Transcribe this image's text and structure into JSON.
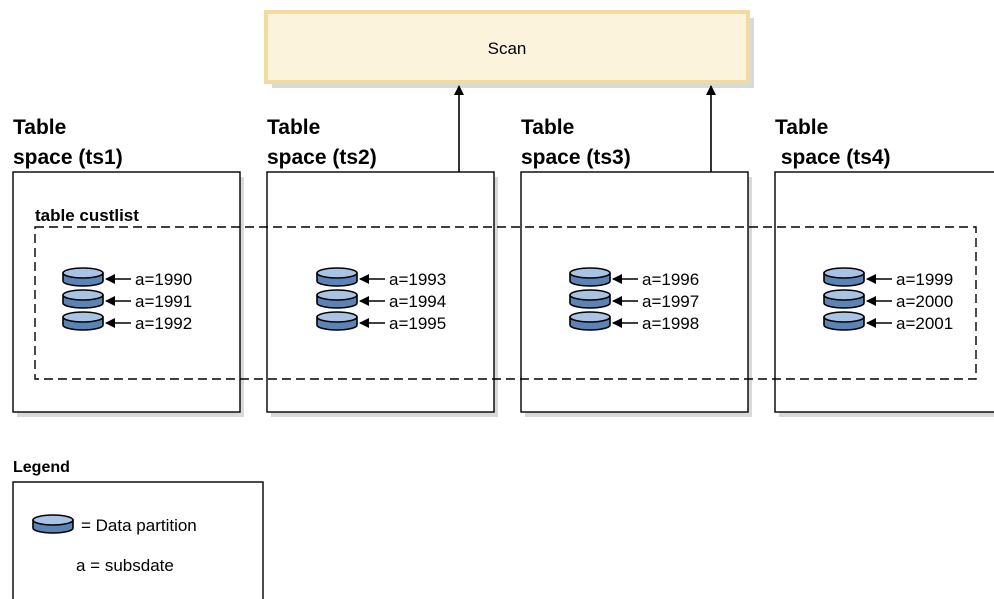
{
  "scan": {
    "label": "Scan"
  },
  "table_label": "table custlist",
  "table_spaces": [
    {
      "title_line1": "Table",
      "title_line2": "space (ts1)",
      "partitions": [
        "a=1990",
        "a=1991",
        "a=1992"
      ]
    },
    {
      "title_line1": "Table",
      "title_line2": "space (ts2)",
      "partitions": [
        "a=1993",
        "a=1994",
        "a=1995"
      ]
    },
    {
      "title_line1": "Table",
      "title_line2": "space (ts3)",
      "partitions": [
        "a=1996",
        "a=1997",
        "a=1998"
      ]
    },
    {
      "title_line1": "Table",
      "title_line2": " space (ts4)",
      "partitions": [
        "a=1999",
        "a=2000",
        "a=2001"
      ]
    }
  ],
  "legend": {
    "title": "Legend",
    "partition_label": "= Data partition",
    "key_label": "a = subsdate"
  },
  "colors": {
    "scan_fill": "#fbf3dc",
    "scan_border": "#f0dca0",
    "cylinder_fill": "#5b83b6",
    "cylinder_top": "#a9c3e4",
    "shadow": "#d9d9d9"
  }
}
